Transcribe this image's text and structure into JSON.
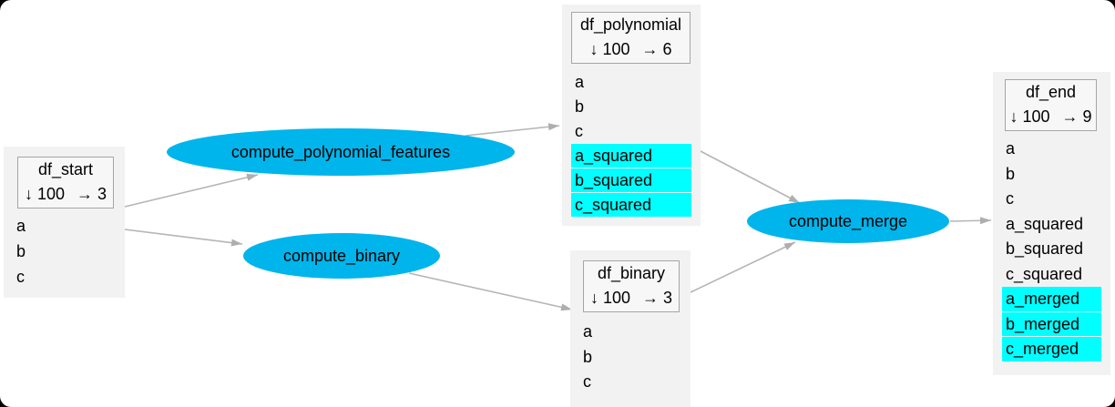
{
  "diagram": {
    "kind": "dataflow-graph",
    "colors": {
      "function_node_fill": "#00b5eb",
      "new_column_highlight": "#00ffff",
      "dataframe_fill": "#f2f2f2",
      "edge": "#b5b5b5",
      "background": "#ffffff"
    }
  },
  "nodes": {
    "df_start": {
      "title": "df_start",
      "shape_rows": "↓ 100",
      "shape_cols": "→ 3",
      "columns": [
        "a",
        "b",
        "c"
      ]
    },
    "compute_polynomial_features": {
      "label": "compute_polynomial_features"
    },
    "compute_binary": {
      "label": "compute_binary"
    },
    "df_polynomial": {
      "title": "df_polynomial",
      "shape_rows": "↓ 100",
      "shape_cols": "→ 6",
      "columns": [
        "a",
        "b",
        "c"
      ],
      "new_columns": [
        "a_squared",
        "b_squared",
        "c_squared"
      ]
    },
    "df_binary": {
      "title": "df_binary",
      "shape_rows": "↓ 100",
      "shape_cols": "→ 3",
      "columns": [
        "a",
        "b",
        "c"
      ]
    },
    "compute_merge": {
      "label": "compute_merge"
    },
    "df_end": {
      "title": "df_end",
      "shape_rows": "↓ 100",
      "shape_cols": "→ 9",
      "columns": [
        "a",
        "b",
        "c",
        "a_squared",
        "b_squared",
        "c_squared"
      ],
      "new_columns": [
        "a_merged",
        "b_merged",
        "c_merged"
      ]
    }
  },
  "edges": [
    {
      "from": "df_start",
      "to": "compute_polynomial_features"
    },
    {
      "from": "df_start",
      "to": "compute_binary"
    },
    {
      "from": "compute_polynomial_features",
      "to": "df_polynomial"
    },
    {
      "from": "compute_binary",
      "to": "df_binary"
    },
    {
      "from": "df_polynomial",
      "to": "compute_merge"
    },
    {
      "from": "df_binary",
      "to": "compute_merge"
    },
    {
      "from": "compute_merge",
      "to": "df_end"
    }
  ]
}
